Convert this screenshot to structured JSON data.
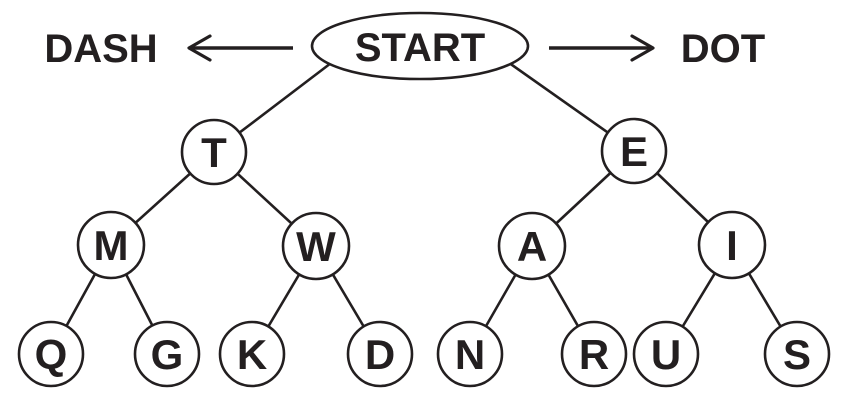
{
  "arrows": {
    "left_label": "DASH",
    "right_label": "DOT"
  },
  "tree": {
    "root": "START",
    "left_branch_meaning": "DASH",
    "right_branch_meaning": "DOT",
    "nodes": [
      {
        "id": "START",
        "label": "START",
        "dash_child": "T",
        "dot_child": "E"
      },
      {
        "id": "T",
        "label": "T",
        "dash_child": "M",
        "dot_child": "W"
      },
      {
        "id": "E",
        "label": "E",
        "dash_child": "A",
        "dot_child": "I"
      },
      {
        "id": "M",
        "label": "M",
        "dash_child": "Q",
        "dot_child": "G"
      },
      {
        "id": "W",
        "label": "W",
        "dash_child": "K",
        "dot_child": "D"
      },
      {
        "id": "A",
        "label": "A",
        "dash_child": "N",
        "dot_child": "R"
      },
      {
        "id": "I",
        "label": "I",
        "dash_child": "U",
        "dot_child": "S"
      },
      {
        "id": "Q",
        "label": "Q"
      },
      {
        "id": "G",
        "label": "G"
      },
      {
        "id": "K",
        "label": "K"
      },
      {
        "id": "D",
        "label": "D"
      },
      {
        "id": "N",
        "label": "N"
      },
      {
        "id": "R",
        "label": "R"
      },
      {
        "id": "U",
        "label": "U"
      },
      {
        "id": "S",
        "label": "S"
      }
    ],
    "edges": [
      [
        "START",
        "T"
      ],
      [
        "START",
        "E"
      ],
      [
        "T",
        "M"
      ],
      [
        "T",
        "W"
      ],
      [
        "E",
        "A"
      ],
      [
        "E",
        "I"
      ],
      [
        "M",
        "Q"
      ],
      [
        "M",
        "G"
      ],
      [
        "W",
        "K"
      ],
      [
        "W",
        "D"
      ],
      [
        "A",
        "N"
      ],
      [
        "A",
        "R"
      ],
      [
        "I",
        "U"
      ],
      [
        "I",
        "S"
      ]
    ]
  }
}
